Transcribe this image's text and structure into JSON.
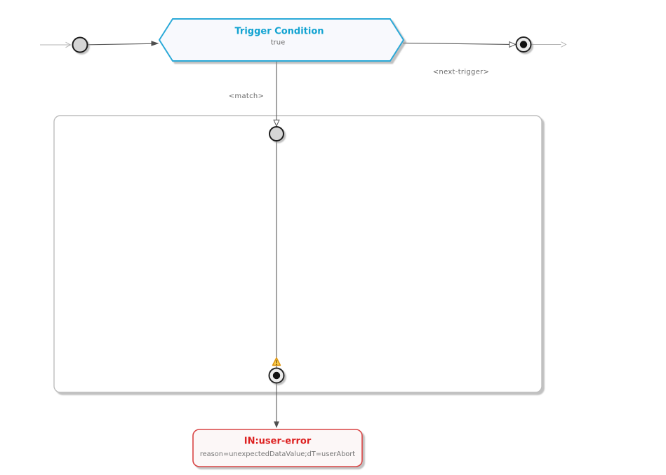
{
  "diagram": {
    "trigger": {
      "title": "Trigger Condition",
      "condition": "true"
    },
    "edges": {
      "match_label": "<match>",
      "next_trigger_label": "<next-trigger>"
    },
    "error_note": {
      "title": "IN:user-error",
      "detail": "reason=unexpectedDataValue;dT=userAbort"
    },
    "colors": {
      "accent_border": "#2aa9d8",
      "accent_text": "#12a3d1",
      "error_border": "#d94444",
      "error_text": "#dd2121",
      "label_gray": "#6b6b6b",
      "subtitle_gray": "#777777"
    }
  }
}
